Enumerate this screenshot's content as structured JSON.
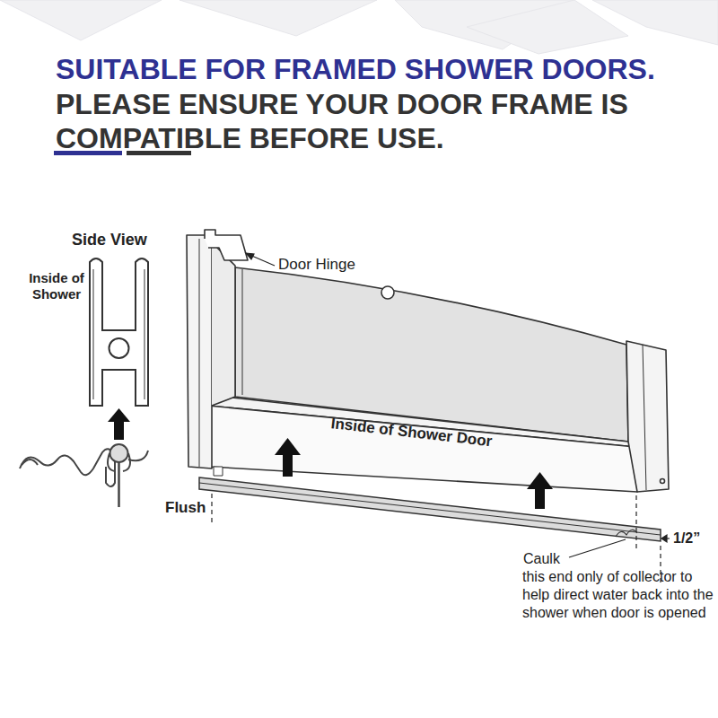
{
  "diagram": {
    "title": "SUITABLE FOR FRAMED SHOWER DOORS.",
    "labels": [
      "PLEASE ENSURE YOUR DOOR FRAME IS COMPATIBLE BEFORE USE.",
      "Side View",
      "Inside of Shower",
      "Door Hinge",
      "Inside of Shower Door",
      "Flush",
      "1/2”",
      "Caulk",
      "this end only of collector to help direct water back into the shower when door is opened"
    ]
  }
}
